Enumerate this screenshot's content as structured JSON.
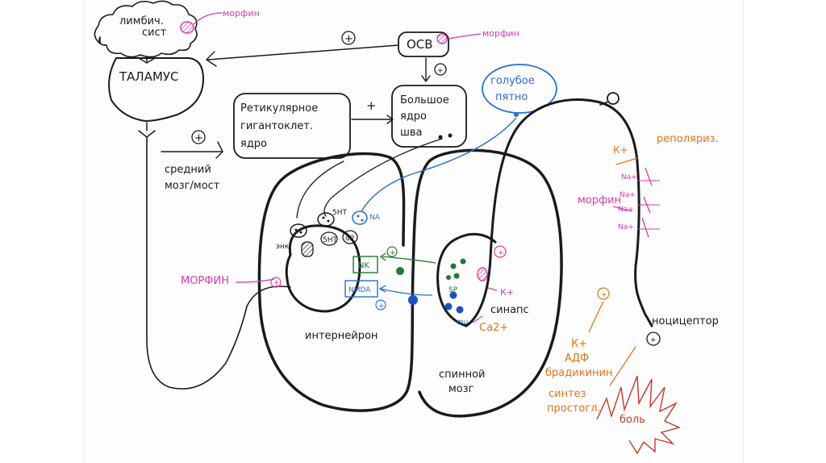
{
  "diagram": {
    "limbic_line1": "лимбич.",
    "limbic_line2": "сист",
    "thalamus": "ТАЛАМУС",
    "ocv": "ОСВ",
    "morphine": "морфин",
    "morphine_caps": "МОРФИН",
    "plus": "+",
    "reticular_line1": "Ретикулярное",
    "reticular_line2": "гигантоклет.",
    "reticular_line3": "ядро",
    "raphe_line1": "Большое",
    "raphe_line2": "ядро",
    "raphe_line3": "шва",
    "locus_line1": "голубое",
    "locus_line2": "пятно",
    "midbrain_line1": "средний",
    "midbrain_line2": "мозг/мост",
    "enk": "энк",
    "sht": "5НТ",
    "alpha2": "α2",
    "na": "NА",
    "nk": "NK",
    "nmda": "NMDA",
    "sp": "SP",
    "mu": "mu",
    "k_plus": "К+",
    "ca2_plus": "Ca2+",
    "synapse": "синапс",
    "interneuron": "интернейрон",
    "spinal_line1": "спинной",
    "spinal_line2": "мозг",
    "nociceptor": "ноцицептор",
    "repolarization": "реполяриз.",
    "na_plus": "Na+",
    "k_plus_side": "К+",
    "k_plus_low": "К+",
    "adp": "АДФ",
    "bradykinin": "брадикинин",
    "synthesis_line1": "синтез",
    "synthesis_line2": "простогл.",
    "pain": "боль"
  },
  "colors": {
    "ink": "#1a1a1a",
    "morphine": "#d63caa",
    "blue": "#2a6fd0",
    "green": "#1e7a2e",
    "orange": "#e07418"
  }
}
